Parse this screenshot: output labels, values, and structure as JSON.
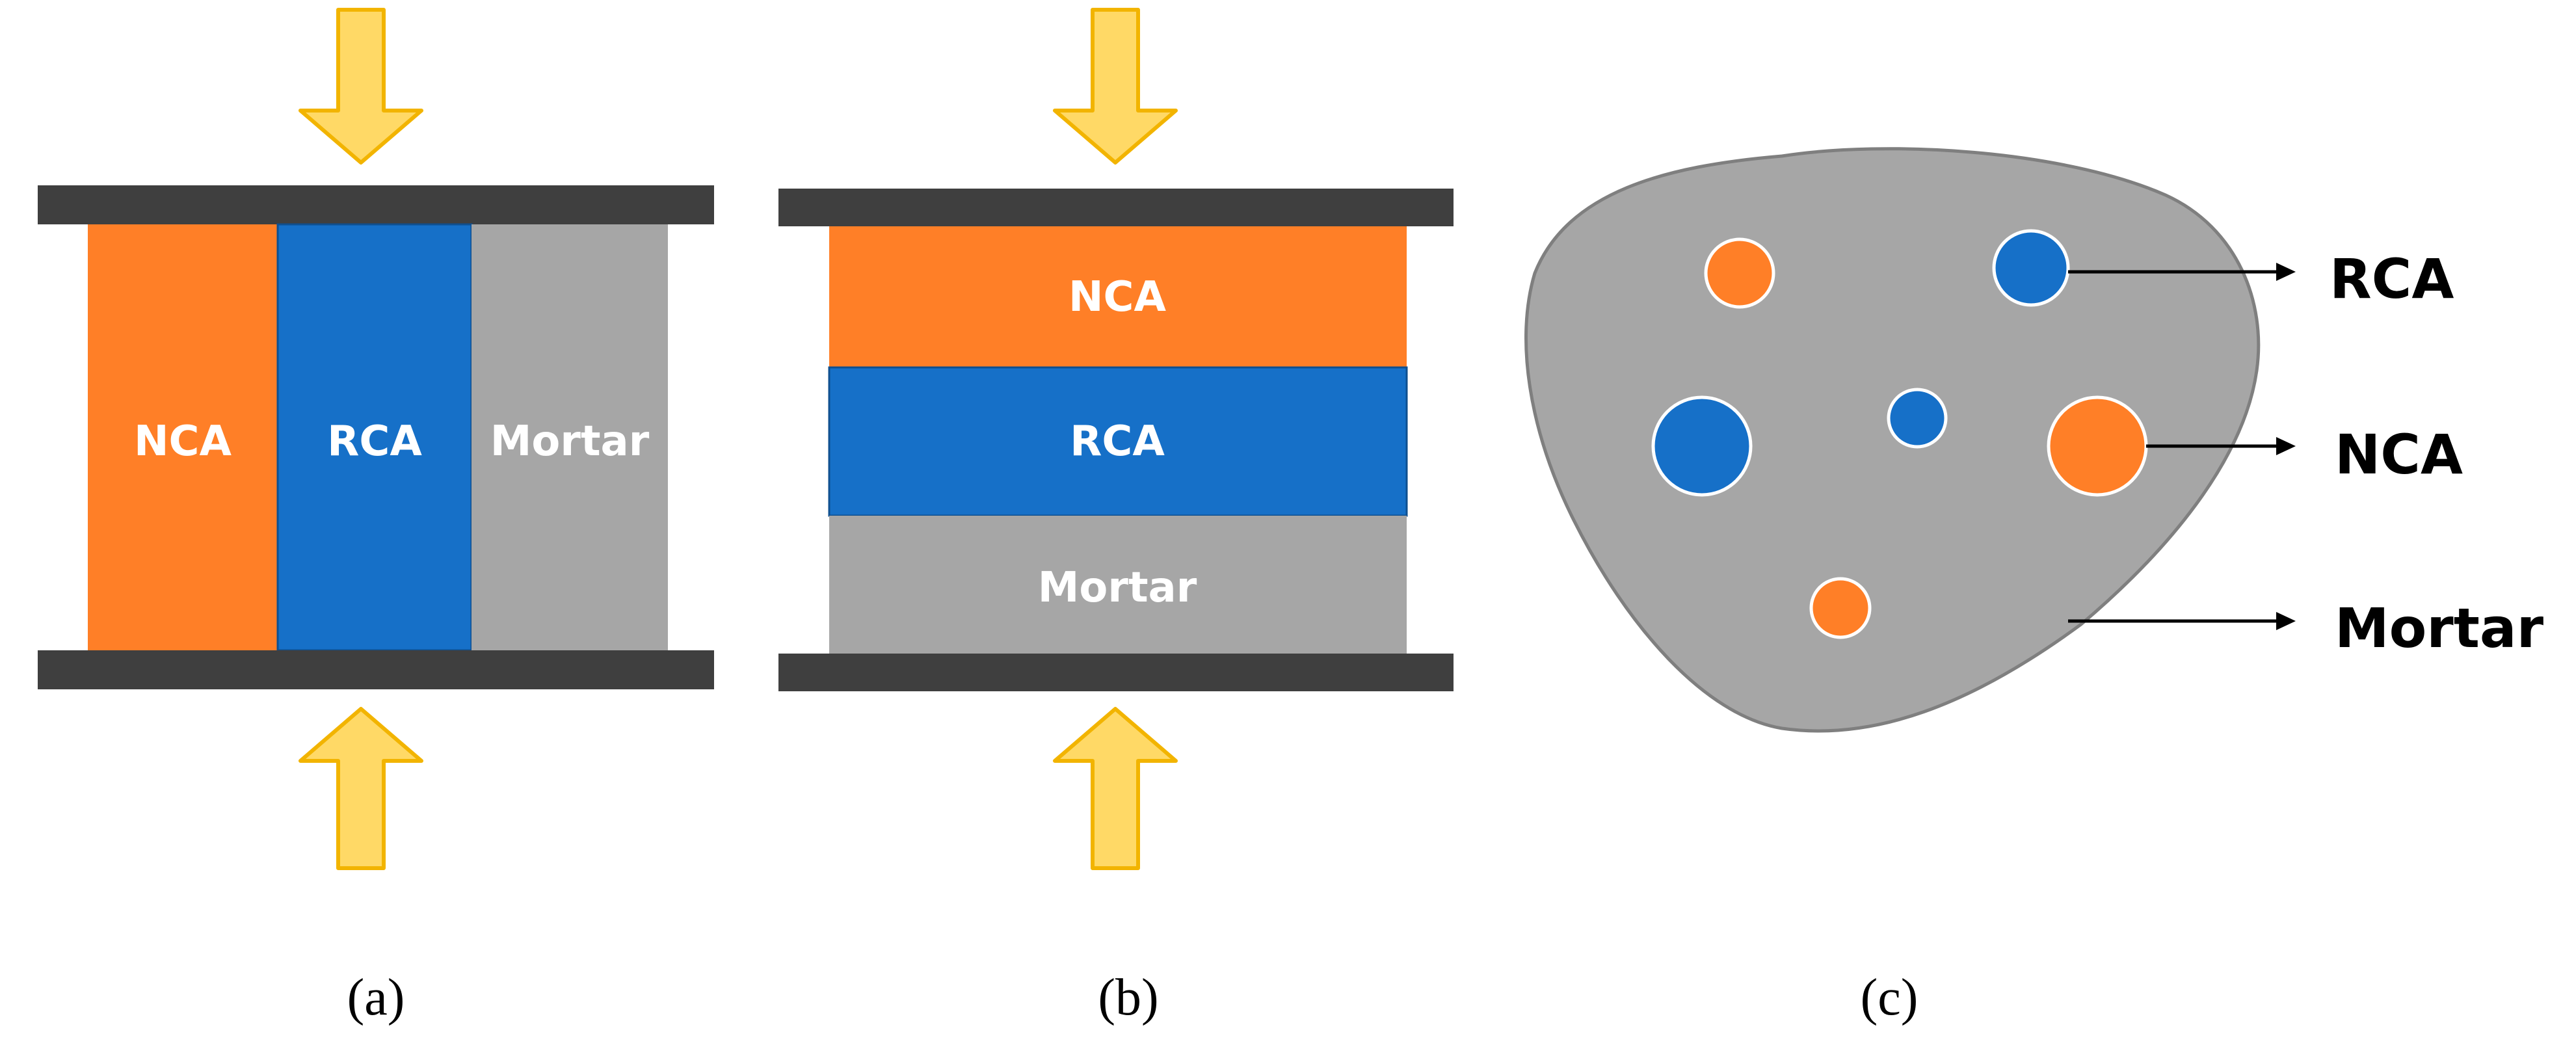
{
  "panel_a": {
    "caption": "(a)",
    "layers": [
      "NCA",
      "RCA",
      "Mortar"
    ]
  },
  "panel_b": {
    "caption": "(b)",
    "layers": [
      "NCA",
      "RCA",
      "Mortar"
    ]
  },
  "panel_c": {
    "caption": "(c)",
    "callouts": [
      "RCA",
      "NCA",
      "Mortar"
    ]
  },
  "colors": {
    "nca": "#FF7F27",
    "rca": "#1670C8",
    "mortar": "#A6A6A6",
    "platen": "#3F3F3F",
    "arrow_fill": "#FFD966",
    "arrow_stroke": "#F2B400"
  }
}
